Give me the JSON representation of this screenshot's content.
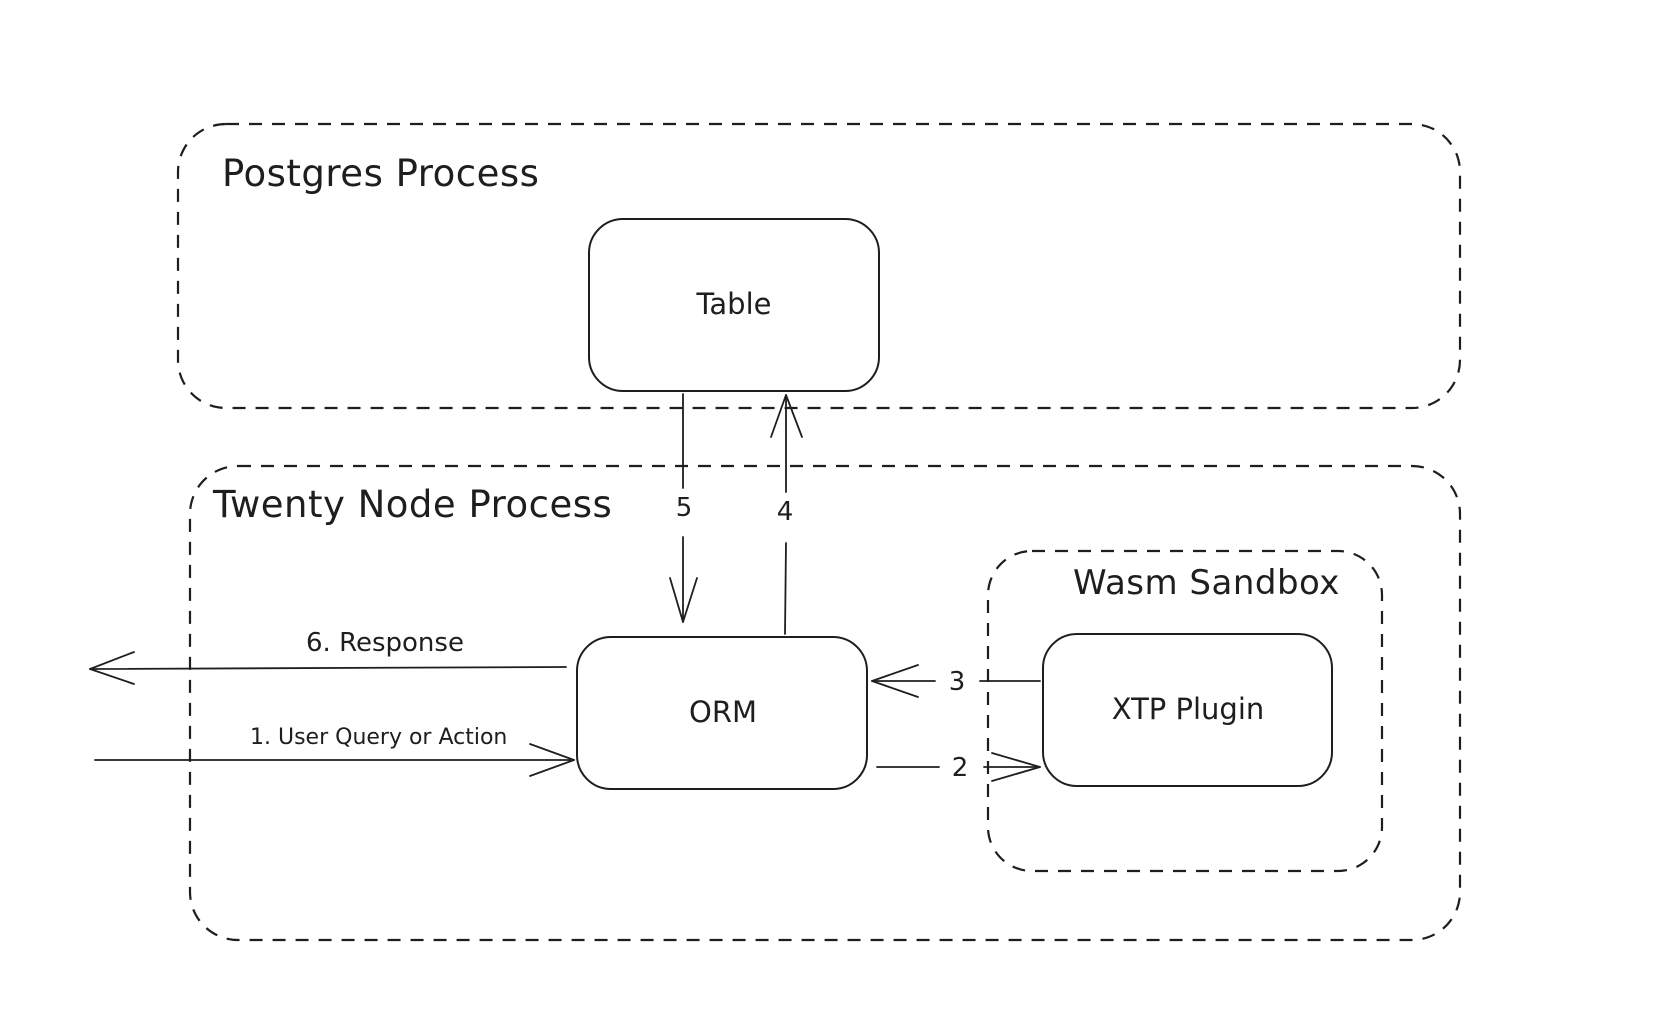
{
  "groups": {
    "postgres": {
      "title": "Postgres Process"
    },
    "node": {
      "title": "Twenty Node Process"
    },
    "sandbox": {
      "title": "Wasm Sandbox"
    }
  },
  "nodes": {
    "table": {
      "label": "Table"
    },
    "orm": {
      "label": "ORM"
    },
    "plugin": {
      "label": "XTP Plugin"
    }
  },
  "edges": {
    "user_query": {
      "label": "1. User Query or Action"
    },
    "orm_to_plugin": {
      "label": "2"
    },
    "plugin_to_orm": {
      "label": "3"
    },
    "orm_to_table": {
      "label": "4"
    },
    "table_to_orm": {
      "label": "5"
    },
    "response": {
      "label": "6. Response"
    }
  },
  "colors": {
    "stroke": "#1e1e1e",
    "background": "#ffffff"
  }
}
